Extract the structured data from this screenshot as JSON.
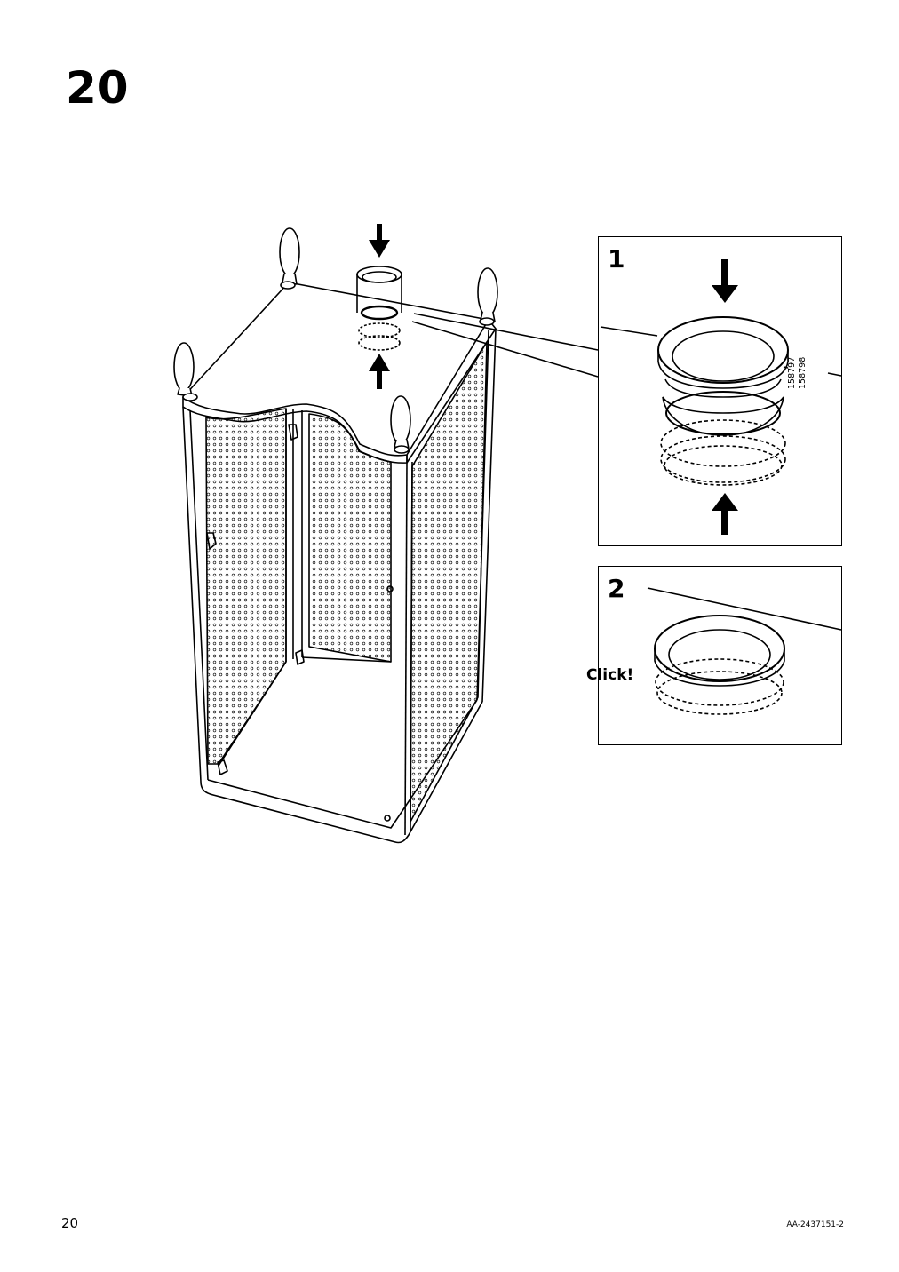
{
  "step": {
    "number": "20"
  },
  "detail_panels": [
    {
      "number": "1",
      "part_codes": [
        "158797",
        "158798"
      ]
    },
    {
      "number": "2",
      "action_label": "Click!"
    }
  ],
  "footer": {
    "page_number": "20",
    "doc_code": "AA-2437151-2"
  },
  "icons": [
    "arrow-down-icon",
    "arrow-up-icon"
  ]
}
